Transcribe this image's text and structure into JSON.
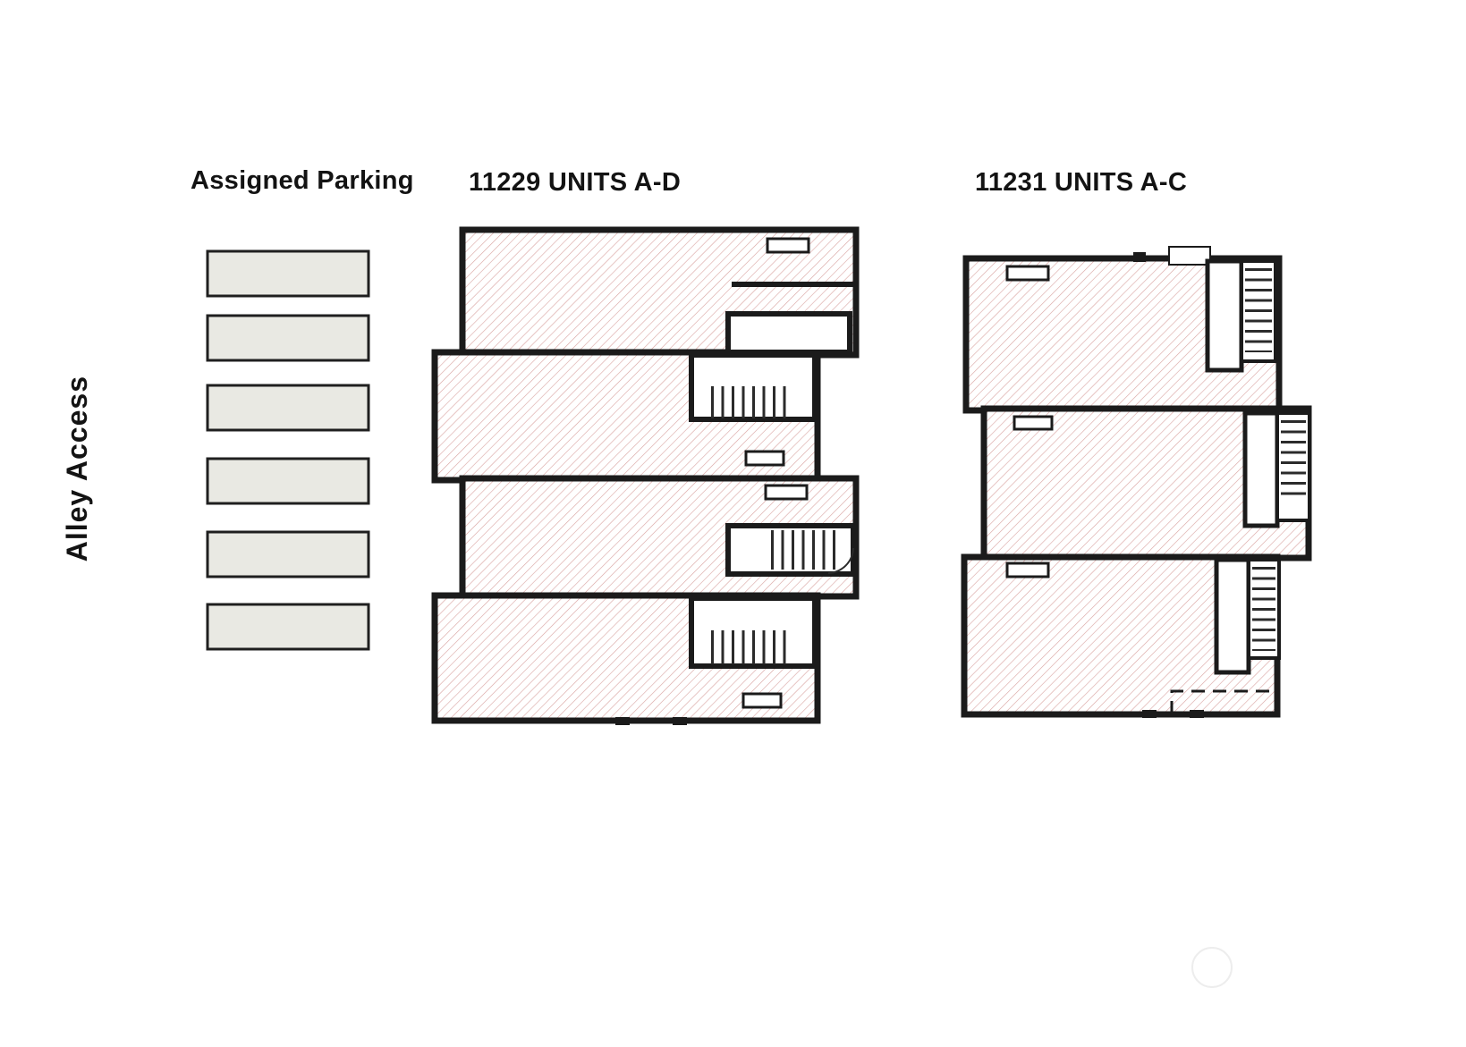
{
  "page": {
    "background": "#ffffff",
    "type": "site-floor-plan"
  },
  "labels": {
    "alley_access": "Alley Access",
    "assigned_parking": "Assigned Parking",
    "building_left": "11229 UNITS A-D",
    "building_right": "11231 UNITS A-C"
  },
  "parking": {
    "stall_count": 6
  },
  "buildings": {
    "left": {
      "name": "11229 UNITS A-D",
      "unit_sections": 4
    },
    "right": {
      "name": "11231 UNITS A-C",
      "unit_sections": 3
    }
  },
  "colors": {
    "hatch_line": "#d9a3a0",
    "wall": "#1b1b1b",
    "stall_fill": "#e9e9e3",
    "stall_border": "#1f1f1f",
    "text": "#131313"
  }
}
